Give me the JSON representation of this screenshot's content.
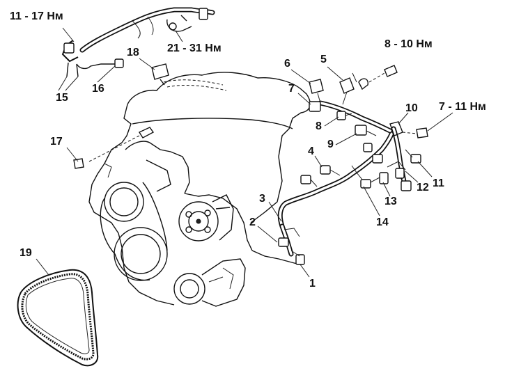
{
  "callouts": [
    "1",
    "2",
    "3",
    "4",
    "5",
    "6",
    "7",
    "8",
    "9",
    "10",
    "11",
    "12",
    "13",
    "14",
    "15",
    "16",
    "17",
    "18",
    "19"
  ],
  "torques": {
    "t_11_17": "11 - 17 Нм",
    "t_21_31": "21 - 31 Нм",
    "t_8_10": "8 - 10 Нм",
    "t_7_11": "7 - 11 Нм"
  }
}
